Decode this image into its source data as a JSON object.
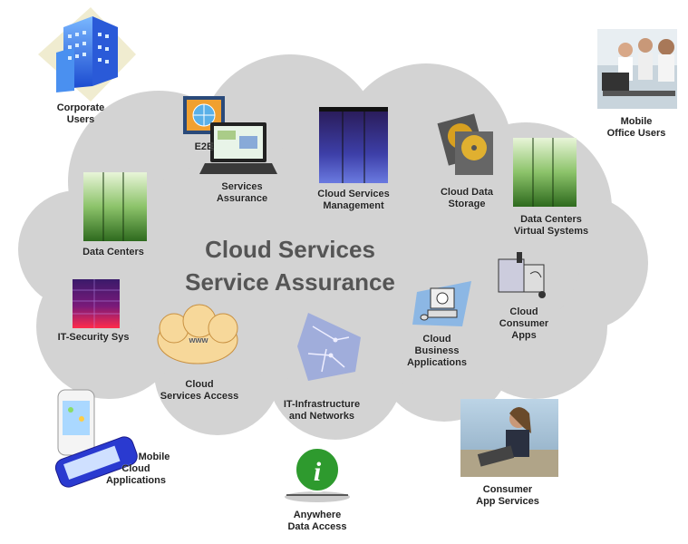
{
  "title": {
    "line1": "Cloud Services",
    "line2": "Service Assurance"
  },
  "cloud_bubble_text": "www",
  "nodes": {
    "corporate_users": [
      "Corporate",
      "Users"
    ],
    "e2e": [
      "E2E"
    ],
    "services_assurance": [
      "Services",
      "Assurance"
    ],
    "cloud_services_management": [
      "Cloud Services",
      "Management"
    ],
    "cloud_data_storage": [
      "Cloud Data",
      "Storage"
    ],
    "mobile_office_users": [
      "Mobile",
      "Office Users"
    ],
    "data_centers": [
      "Data Centers"
    ],
    "data_centers_virtual": [
      "Data Centers",
      "Virtual Systems"
    ],
    "cloud_consumer_apps": [
      "Cloud",
      "Consumer",
      "Apps"
    ],
    "it_security": [
      "IT-Security Sys"
    ],
    "cloud_services_access": [
      "Cloud",
      "Services Access"
    ],
    "it_infrastructure": [
      "IT-Infrastructure",
      "and Networks"
    ],
    "cloud_business_apps": [
      "Cloud",
      "Business",
      "Applications"
    ],
    "mobile_cloud_apps": [
      "Mobile",
      "Cloud",
      "Applications"
    ],
    "anywhere_data_access": [
      "Anywhere",
      "Data Access"
    ],
    "consumer_app_services": [
      "Consumer",
      "App Services"
    ]
  },
  "colors": {
    "cloud_fill": "#d3d3d3",
    "title_text": "#555555",
    "server_green": "#5a9a3a",
    "server_purple": "#3a2a8a",
    "security_red": "#d0245a",
    "info_green": "#2e9a2e",
    "www_cloud": "#f7d89a"
  }
}
